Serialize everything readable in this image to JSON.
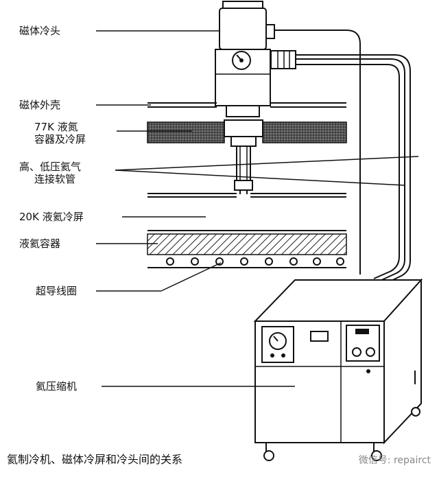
{
  "labels": {
    "cold_head": "磁体冷头",
    "magnet_shell": "磁体外壳",
    "ln2_line1": "77K 液氮",
    "ln2_line2": "容器及冷屏",
    "hose_line1": "高、低压氦气",
    "hose_line2": "连接软管",
    "shield_20k": "20K 液氦冷屏",
    "lhe_vessel": "液氦容器",
    "sc_coil": "超导线圈",
    "compressor": "氦压缩机"
  },
  "caption": "氦制冷机、磁体冷屏和冷头间的关系",
  "watermark": "微信号: repairct"
}
